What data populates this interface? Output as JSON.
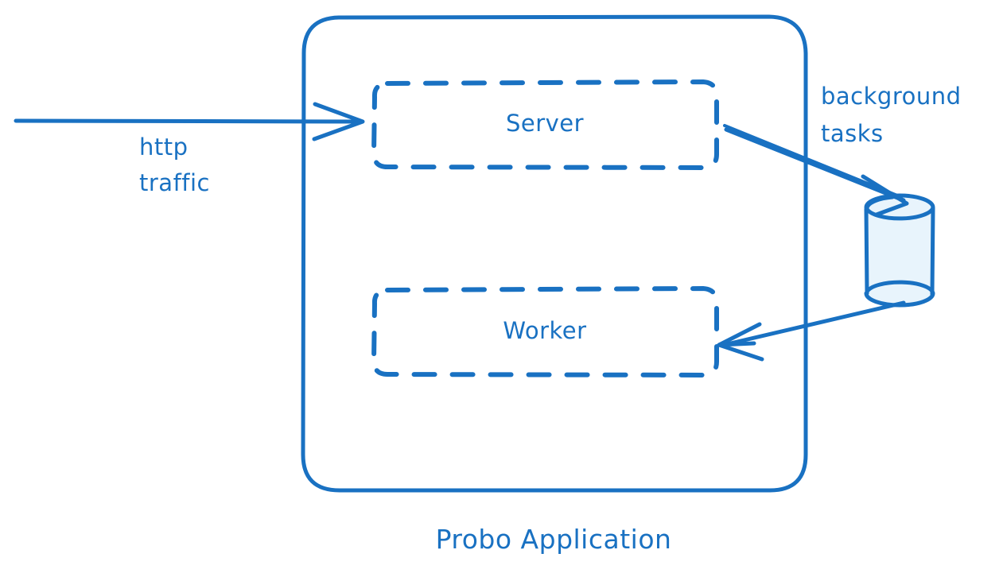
{
  "diagram": {
    "title_caption": "Probo Application",
    "theme": {
      "stroke_color": "#1971c2",
      "text_color": "#1971c2",
      "db_fill_color": "#e8f4fc",
      "background_color": "#ffffff"
    },
    "container": {
      "name": "Probo Application",
      "style": "solid rounded rectangle"
    },
    "nodes": [
      {
        "id": "server",
        "label": "Server",
        "style": "dashed rounded rectangle"
      },
      {
        "id": "worker",
        "label": "Worker",
        "style": "dashed rounded rectangle"
      },
      {
        "id": "database",
        "label": "",
        "style": "cylinder"
      }
    ],
    "edges": [
      {
        "id": "http-traffic",
        "label_line1": "http",
        "label_line2": "traffic",
        "from": "external",
        "to": "server",
        "direction": "right"
      },
      {
        "id": "background-tasks",
        "label_line1": "background",
        "label_line2": "tasks",
        "from": "server",
        "to": "database",
        "direction": "down-right"
      },
      {
        "id": "database-to-worker",
        "label_line1": "",
        "label_line2": "",
        "from": "database",
        "to": "worker",
        "direction": "left"
      }
    ]
  }
}
